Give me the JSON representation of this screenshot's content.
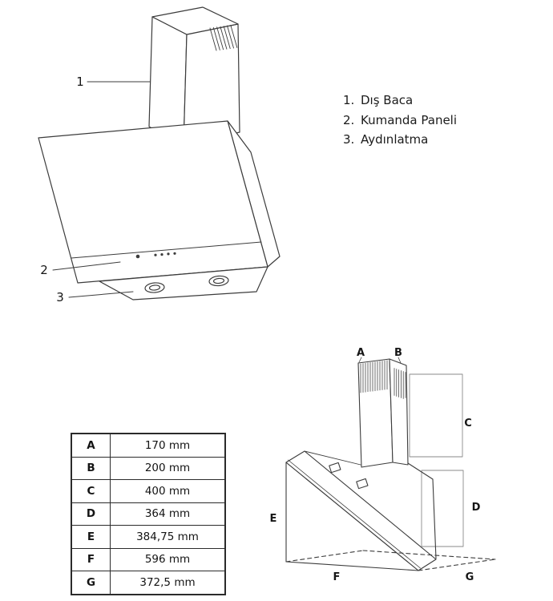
{
  "legend": {
    "items": [
      {
        "num": "1.",
        "label": "Dış Baca"
      },
      {
        "num": "2.",
        "label": "Kumanda Paneli"
      },
      {
        "num": "3.",
        "label": "Aydınlatma"
      }
    ]
  },
  "callouts": {
    "c1": "1",
    "c2": "2",
    "c3": "3"
  },
  "dim_labels": {
    "a": "A",
    "b": "B",
    "c": "C",
    "d": "D",
    "e": "E",
    "f": "F",
    "g": "G"
  },
  "dimensions_table": {
    "rows": [
      {
        "key": "A",
        "value": "170 mm"
      },
      {
        "key": "B",
        "value": "200 mm"
      },
      {
        "key": "C",
        "value": "400 mm"
      },
      {
        "key": "D",
        "value": "364 mm"
      },
      {
        "key": "E",
        "value": "384,75 mm"
      },
      {
        "key": "F",
        "value": "596 mm"
      },
      {
        "key": "G",
        "value": "372,5 mm"
      }
    ]
  },
  "colors": {
    "line": "#3c3c3c",
    "light_line": "#8a8a8a",
    "text": "#161616",
    "background": "#ffffff"
  }
}
